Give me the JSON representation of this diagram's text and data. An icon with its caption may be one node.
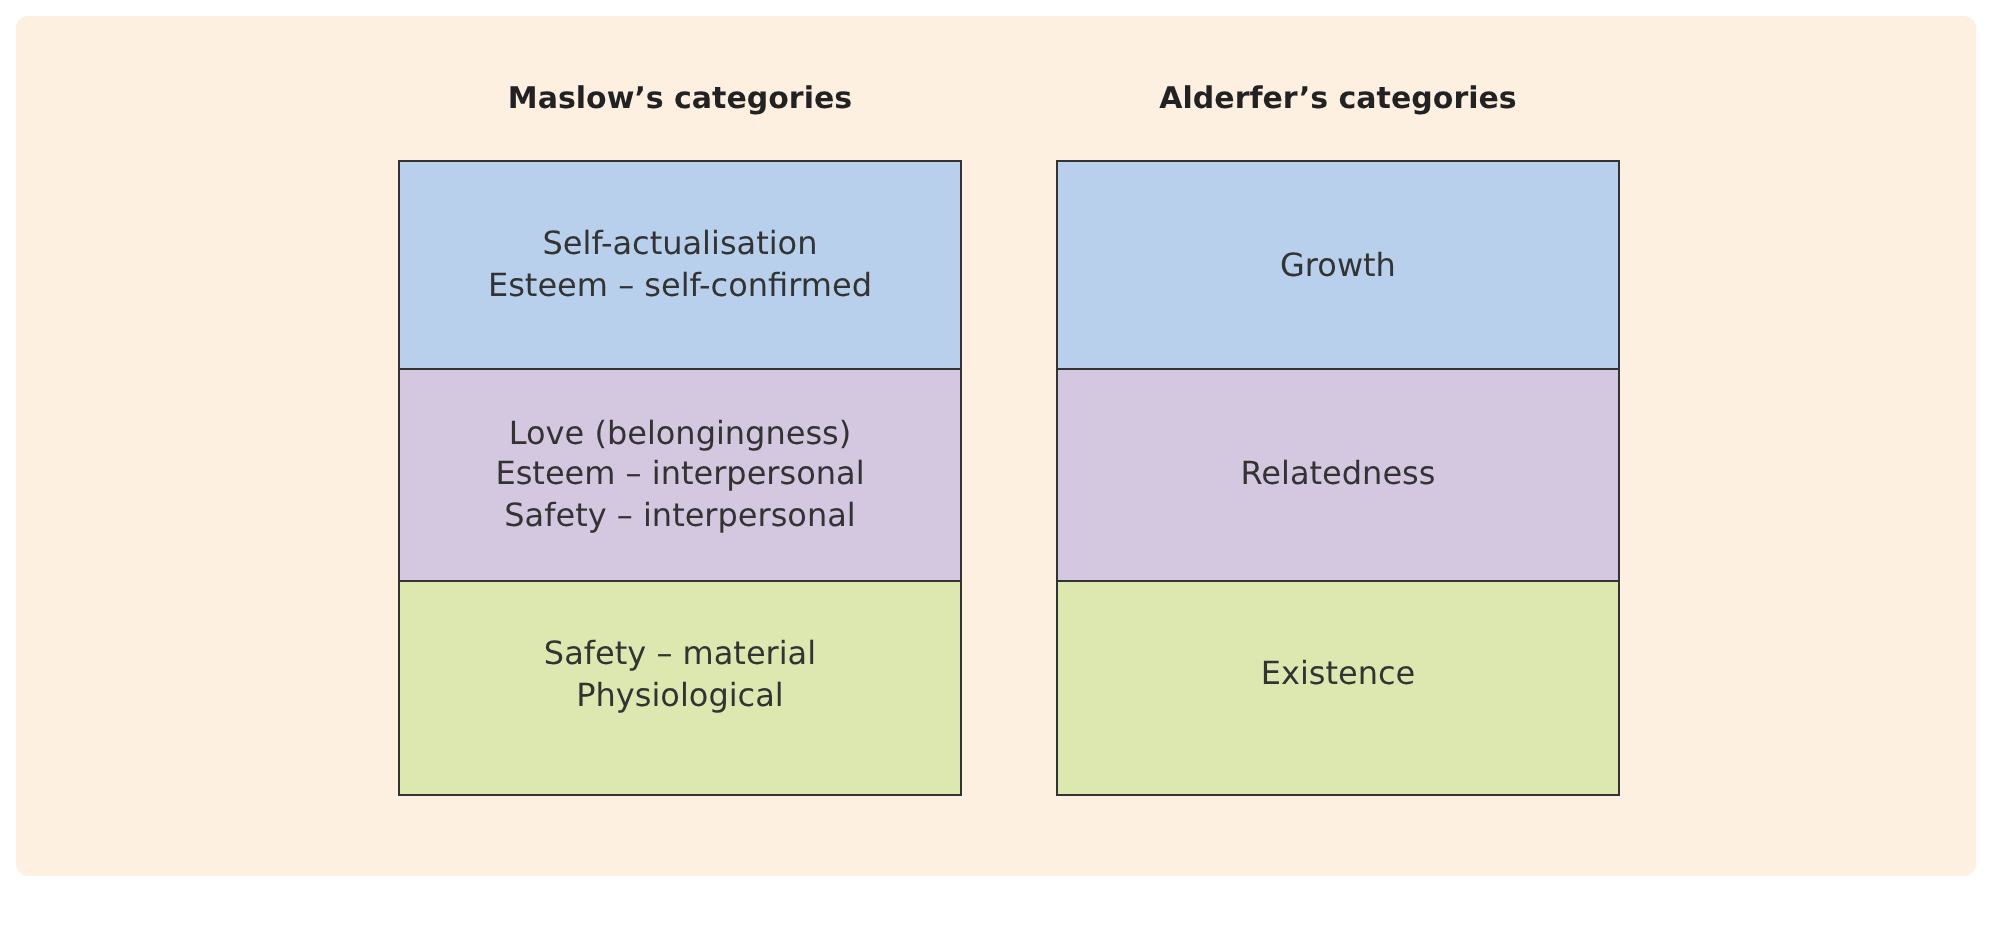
{
  "diagram": {
    "nodes": [
      {
        "text": [
          "Self-actualisation",
          "Esteem – self-confirmed"
        ]
      },
      {
        "text": [
          "Love (belongingness)",
          "Esteem – interpersonal",
          "Safety – interpersonal"
        ]
      },
      {
        "text": [
          "Safety – material",
          "Physiological"
        ]
      },
      {
        "text": [
          "Growth"
        ]
      },
      {
        "text": [
          "Relatedness"
        ]
      },
      {
        "text": [
          "Existence"
        ]
      }
    ],
    "labels": [
      "Maslow’s categories",
      "Alderfer’s categories"
    ]
  }
}
